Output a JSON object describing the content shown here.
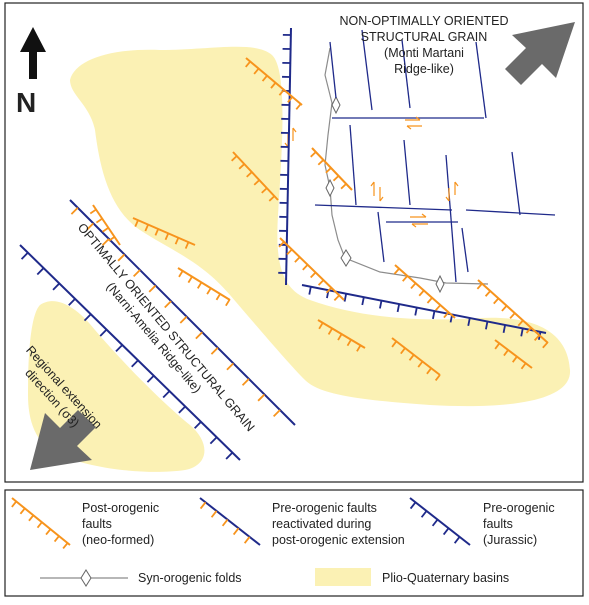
{
  "north_label": "N",
  "labels": {
    "non_optimal_line1": "NON-OPTIMALLY ORIENTED",
    "non_optimal_line2": "STRUCTURAL GRAIN",
    "non_optimal_line3": "(Monti Martani",
    "non_optimal_line4": "Ridge-like)",
    "optimal_line1": "OPTIMALLY ORIENTED STRUCTURAL GRAIN",
    "optimal_line2": "(Narni-Amelia Ridge-like)",
    "extension_line1": "Regional extension",
    "extension_line2": "direction (σ3)"
  },
  "legend": {
    "post_orogenic": [
      "Post-orogenic",
      "faults",
      "(neo-formed)"
    ],
    "pre_orogenic_reactivated": [
      "Pre-orogenic faults",
      "reactivated during",
      "post-orogenic extension"
    ],
    "pre_orogenic_jurassic": [
      "Pre-orogenic",
      "faults",
      "(Jurassic)"
    ],
    "syn_orogenic_folds": "Syn-orogenic folds",
    "plio_quaternary": "Plio-Quaternary basins"
  },
  "colors": {
    "basin_fill": "#fbf1b4",
    "post_orogenic_fault": "#f7941d",
    "pre_orogenic_fault": "#1f2a8a",
    "fold_line": "#8c8c8c",
    "arrow_fill": "#6a6a6a"
  },
  "icons": [
    "north-arrow-icon",
    "extension-arrow-icon"
  ]
}
